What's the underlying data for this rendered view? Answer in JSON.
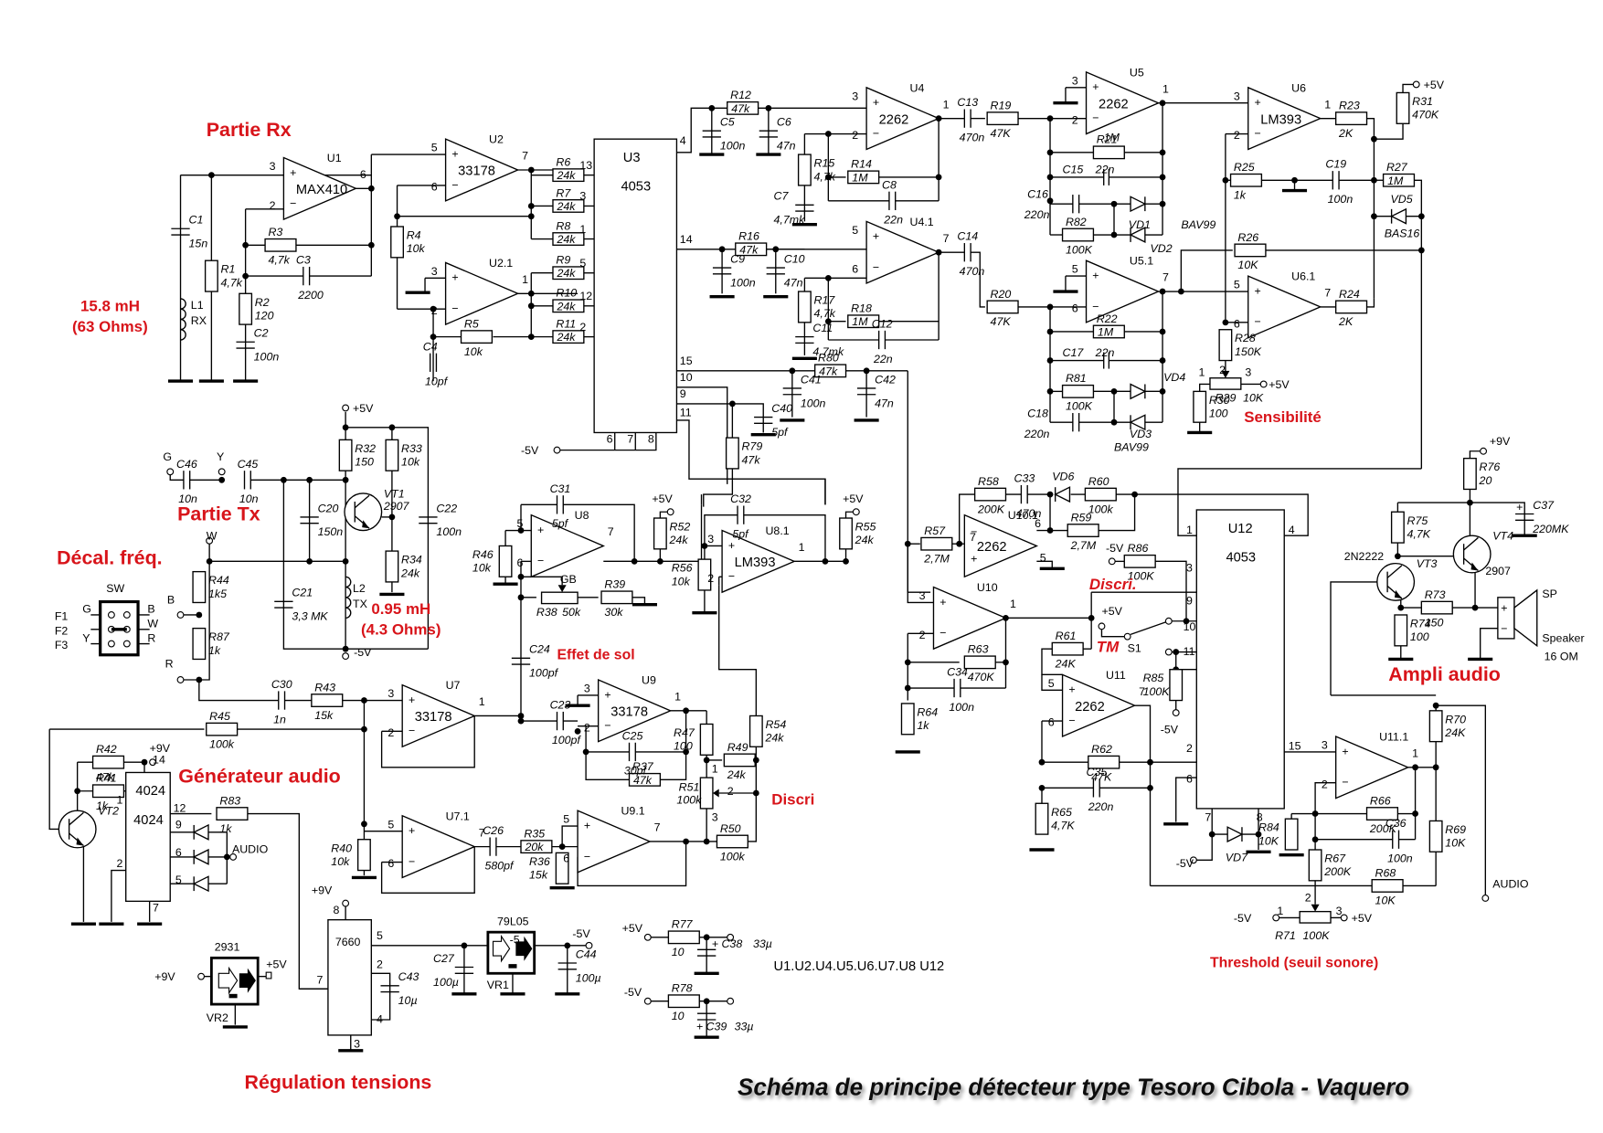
{
  "title": "Schéma de principe détecteur type Tesoro Cibola - Vaquero",
  "sections": {
    "rx": "Partie Rx",
    "tx": "Partie Tx",
    "freq_shift": "Décal. fréq.",
    "audio_gen": "Générateur audio",
    "power": "Régulation tensions",
    "ground_effect": "Effet de sol",
    "discri": "Discri",
    "discri_switch": "Discri.",
    "tm": "TM",
    "sensitivity": "Sensibilité",
    "amp": "Ampli audio",
    "threshold": "Threshold (seuil sonore)"
  },
  "coil_rx": {
    "inductance": "15.8 mH",
    "resistance": "(63 Ohms)",
    "name": "L1",
    "tag": "RX"
  },
  "coil_tx": {
    "inductance": "0.95 mH",
    "resistance": "(4.3 Ohms)",
    "name": "L2",
    "tag": "TX"
  },
  "ics": [
    {
      "ref": "U1",
      "part": "MAX410"
    },
    {
      "ref": "U2",
      "part": "33178"
    },
    {
      "ref": "U2.1",
      "part": ""
    },
    {
      "ref": "U3",
      "part": "4053"
    },
    {
      "ref": "U4",
      "part": "2262"
    },
    {
      "ref": "U4.1",
      "part": ""
    },
    {
      "ref": "U5",
      "part": "2262"
    },
    {
      "ref": "U5.1",
      "part": ""
    },
    {
      "ref": "U6",
      "part": "LM393"
    },
    {
      "ref": "U6.1",
      "part": ""
    },
    {
      "ref": "U7",
      "part": "33178"
    },
    {
      "ref": "U7.1",
      "part": ""
    },
    {
      "ref": "U8",
      "part": ""
    },
    {
      "ref": "U8.1",
      "part": "LM393"
    },
    {
      "ref": "U9",
      "part": "33178"
    },
    {
      "ref": "U9.1",
      "part": ""
    },
    {
      "ref": "U10",
      "part": ""
    },
    {
      "ref": "U10.1",
      "part": "2262"
    },
    {
      "ref": "U11",
      "part": "2262"
    },
    {
      "ref": "U11.1",
      "part": ""
    },
    {
      "ref": "U12",
      "part": "4053"
    },
    {
      "ref": "4024",
      "part": "4024"
    },
    {
      "ref": "7660",
      "part": "7660"
    },
    {
      "ref": "VR1",
      "part": "79L05"
    },
    {
      "ref": "VR2",
      "part": "2931"
    }
  ],
  "resistors": [
    {
      "ref": "R1",
      "val": "4,7k"
    },
    {
      "ref": "R2",
      "val": "120"
    },
    {
      "ref": "R3",
      "val": "4,7k"
    },
    {
      "ref": "R4",
      "val": "10k"
    },
    {
      "ref": "R5",
      "val": "10k"
    },
    {
      "ref": "R6",
      "val": "24k"
    },
    {
      "ref": "R7",
      "val": "24k"
    },
    {
      "ref": "R8",
      "val": "24k"
    },
    {
      "ref": "R9",
      "val": "24k"
    },
    {
      "ref": "R10",
      "val": "24k"
    },
    {
      "ref": "R11",
      "val": "24k"
    },
    {
      "ref": "R12",
      "val": "47k"
    },
    {
      "ref": "R14",
      "val": "1M"
    },
    {
      "ref": "R15",
      "val": "4,7k"
    },
    {
      "ref": "R16",
      "val": "47k"
    },
    {
      "ref": "R17",
      "val": "4,7k"
    },
    {
      "ref": "R18",
      "val": "1M"
    },
    {
      "ref": "R19",
      "val": "47K"
    },
    {
      "ref": "R20",
      "val": "47K"
    },
    {
      "ref": "R21",
      "val": "1M"
    },
    {
      "ref": "R22",
      "val": "1M"
    },
    {
      "ref": "R23",
      "val": "2K"
    },
    {
      "ref": "R24",
      "val": "2K"
    },
    {
      "ref": "R25",
      "val": "1k"
    },
    {
      "ref": "R26",
      "val": "10K"
    },
    {
      "ref": "R27",
      "val": "1M"
    },
    {
      "ref": "R28",
      "val": "150K"
    },
    {
      "ref": "R29",
      "val": "10K"
    },
    {
      "ref": "R30",
      "val": "100"
    },
    {
      "ref": "R31",
      "val": "470K"
    },
    {
      "ref": "R32",
      "val": "150"
    },
    {
      "ref": "R33",
      "val": "10k"
    },
    {
      "ref": "R34",
      "val": "24k"
    },
    {
      "ref": "R35",
      "val": "20k"
    },
    {
      "ref": "R36",
      "val": "15k"
    },
    {
      "ref": "R37",
      "val": "47k"
    },
    {
      "ref": "R38",
      "val": "50k"
    },
    {
      "ref": "R39",
      "val": "30k"
    },
    {
      "ref": "R40",
      "val": "10k"
    },
    {
      "ref": "R41",
      "val": "1k"
    },
    {
      "ref": "R42",
      "val": "47k"
    },
    {
      "ref": "R43",
      "val": "15k"
    },
    {
      "ref": "R44",
      "val": "1k5"
    },
    {
      "ref": "R45",
      "val": "100k"
    },
    {
      "ref": "R46",
      "val": "10k"
    },
    {
      "ref": "R47",
      "val": "100"
    },
    {
      "ref": "R49",
      "val": "24k"
    },
    {
      "ref": "R50",
      "val": "100k"
    },
    {
      "ref": "R51",
      "val": "100k"
    },
    {
      "ref": "R52",
      "val": "24k"
    },
    {
      "ref": "R54",
      "val": "24k"
    },
    {
      "ref": "R55",
      "val": "24k"
    },
    {
      "ref": "R56",
      "val": "10k"
    },
    {
      "ref": "R57",
      "val": "2,7M"
    },
    {
      "ref": "R58",
      "val": "200K"
    },
    {
      "ref": "R59",
      "val": "2,7M"
    },
    {
      "ref": "R60",
      "val": "100k"
    },
    {
      "ref": "R61",
      "val": "24K"
    },
    {
      "ref": "R62",
      "val": "47K"
    },
    {
      "ref": "R63",
      "val": "470K"
    },
    {
      "ref": "R64",
      "val": "1k"
    },
    {
      "ref": "R65",
      "val": "4,7K"
    },
    {
      "ref": "R66",
      "val": "200K"
    },
    {
      "ref": "R67",
      "val": "200K"
    },
    {
      "ref": "R68",
      "val": "10K"
    },
    {
      "ref": "R69",
      "val": "10K"
    },
    {
      "ref": "R70",
      "val": "24K"
    },
    {
      "ref": "R71",
      "val": "100K"
    },
    {
      "ref": "R73",
      "val": "150"
    },
    {
      "ref": "R74",
      "val": "100"
    },
    {
      "ref": "R75",
      "val": "4,7K"
    },
    {
      "ref": "R76",
      "val": "20"
    },
    {
      "ref": "R77",
      "val": "10"
    },
    {
      "ref": "R78",
      "val": "10"
    },
    {
      "ref": "R79",
      "val": "47k"
    },
    {
      "ref": "R80",
      "val": "47k"
    },
    {
      "ref": "R81",
      "val": "100K"
    },
    {
      "ref": "R82",
      "val": "100K"
    },
    {
      "ref": "R83",
      "val": "1k"
    },
    {
      "ref": "R84",
      "val": "10K"
    },
    {
      "ref": "R85",
      "val": "100K"
    },
    {
      "ref": "R86",
      "val": "100K"
    },
    {
      "ref": "R87",
      "val": "1k"
    }
  ],
  "capacitors": [
    {
      "ref": "C1",
      "val": "15n"
    },
    {
      "ref": "C2",
      "val": "100n"
    },
    {
      "ref": "C3",
      "val": "2200"
    },
    {
      "ref": "C4",
      "val": "10pf"
    },
    {
      "ref": "C5",
      "val": "100n"
    },
    {
      "ref": "C6",
      "val": "47n"
    },
    {
      "ref": "C7",
      "val": "4,7mk"
    },
    {
      "ref": "C8",
      "val": "22n"
    },
    {
      "ref": "C9",
      "val": "100n"
    },
    {
      "ref": "C10",
      "val": "47n"
    },
    {
      "ref": "C11",
      "val": "4,7mk"
    },
    {
      "ref": "C12",
      "val": "22n"
    },
    {
      "ref": "C13",
      "val": "470n"
    },
    {
      "ref": "C14",
      "val": "470n"
    },
    {
      "ref": "C15",
      "val": "22n"
    },
    {
      "ref": "C16",
      "val": "220n"
    },
    {
      "ref": "C17",
      "val": "22n"
    },
    {
      "ref": "C18",
      "val": "220n"
    },
    {
      "ref": "C19",
      "val": "100n"
    },
    {
      "ref": "C20",
      "val": "150n"
    },
    {
      "ref": "C21",
      "val": "3,3 MK"
    },
    {
      "ref": "C22",
      "val": "100n"
    },
    {
      "ref": "C23",
      "val": "100pf"
    },
    {
      "ref": "C24",
      "val": "100pf"
    },
    {
      "ref": "C25",
      "val": "30pf"
    },
    {
      "ref": "C26",
      "val": "580pf"
    },
    {
      "ref": "C27",
      "val": "100µ"
    },
    {
      "ref": "C30",
      "val": "1n"
    },
    {
      "ref": "C31",
      "val": "5pf"
    },
    {
      "ref": "C32",
      "val": "5pf"
    },
    {
      "ref": "C33",
      "val": "470n"
    },
    {
      "ref": "C34",
      "val": "100n"
    },
    {
      "ref": "C35",
      "val": "220n"
    },
    {
      "ref": "C36",
      "val": "100n"
    },
    {
      "ref": "C37",
      "val": "220MK"
    },
    {
      "ref": "C38",
      "val": "33µ"
    },
    {
      "ref": "C39",
      "val": "33µ"
    },
    {
      "ref": "C40",
      "val": "5pf"
    },
    {
      "ref": "C41",
      "val": "100n"
    },
    {
      "ref": "C42",
      "val": "47n"
    },
    {
      "ref": "C43",
      "val": "10µ"
    },
    {
      "ref": "C44",
      "val": "100µ"
    },
    {
      "ref": "C45",
      "val": "10n"
    },
    {
      "ref": "C46",
      "val": "10n"
    }
  ],
  "semiconductors": [
    {
      "ref": "VD1",
      "part": "BAV99"
    },
    {
      "ref": "VD2",
      "part": "BAV99"
    },
    {
      "ref": "VD3",
      "part": "BAV99"
    },
    {
      "ref": "VD4",
      "part": "BAV99"
    },
    {
      "ref": "VD5",
      "part": "BAS16"
    },
    {
      "ref": "VD6",
      "part": ""
    },
    {
      "ref": "VD7",
      "part": ""
    },
    {
      "ref": "VT1",
      "part": "2907"
    },
    {
      "ref": "VT2",
      "part": ""
    },
    {
      "ref": "VT3",
      "part": "2N2222"
    },
    {
      "ref": "VT4",
      "part": "2907"
    }
  ],
  "switch": {
    "ref": "SW",
    "rows": [
      "F1",
      "F2",
      "F3"
    ],
    "left": [
      "G",
      "",
      "Y"
    ],
    "right": [
      "B",
      "W",
      "R"
    ]
  },
  "terminals": {
    "G": "G",
    "Y": "Y",
    "W": "W",
    "B": "B",
    "R": "R",
    "audio": "AUDIO",
    "p5": "+5V",
    "m5": "-5V",
    "p9": "+9V",
    "s1": "S1",
    "gb": "GB"
  },
  "speaker": {
    "ref": "SP",
    "name": "Speaker",
    "imp": "16 OM"
  },
  "supply_note": "U1.U2.U4.U5.U6.U7.U8 U12",
  "vr1_mark": "-5"
}
